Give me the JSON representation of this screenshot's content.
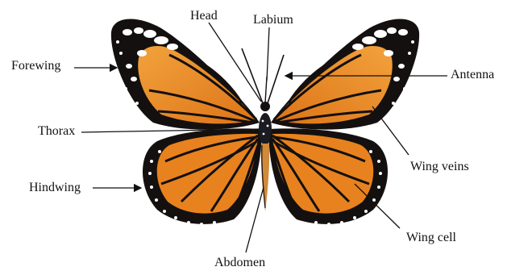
{
  "labels": {
    "head": "Head",
    "labium": "Labium",
    "forewing": "Forewing",
    "antenna": "Antenna",
    "thorax": "Thorax",
    "wing_veins": "Wing veins",
    "hindwing": "Hindwing",
    "wing_cell": "Wing cell",
    "abdomen": "Abdomen"
  },
  "colors": {
    "wing_orange": "#e8821e",
    "wing_light": "#f2a23c",
    "wing_black": "#141010",
    "spot_white": "#ffffff",
    "leader_line": "#111111"
  }
}
